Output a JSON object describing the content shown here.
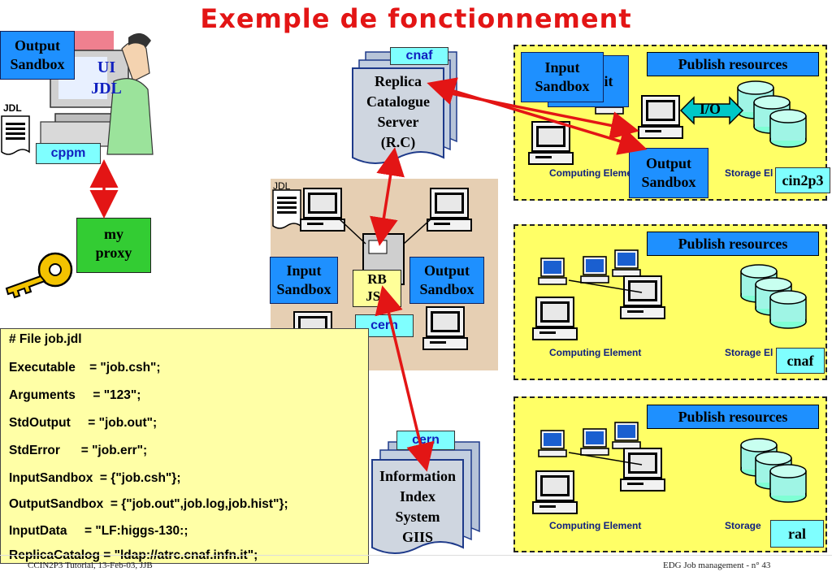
{
  "title": "Exemple de fonctionnement",
  "ui": {
    "output_sandbox": "Output Sandbox",
    "ui_jdl_line1": "UI",
    "ui_jdl_line2": "JDL",
    "jdl_icon_label": "JDL",
    "cppm": "cppm"
  },
  "myproxy": {
    "line1": "my",
    "line2": "proxy"
  },
  "rc": {
    "tag": "cnaf",
    "lines": [
      "Replica",
      "Catalogue",
      "Server",
      "(R.C)"
    ]
  },
  "rb": {
    "jdl_icon_label": "JDL",
    "input_sandbox": "Input Sandbox",
    "output_sandbox": "Output Sandbox",
    "rb_line1": "RB",
    "rb_line2": "JSS",
    "tag": "cern"
  },
  "iis": {
    "tag": "cern",
    "lines": [
      "Information",
      "Index",
      "System",
      "GIIS"
    ]
  },
  "sites": [
    {
      "publish": "Publish resources",
      "ce": "Computing Element",
      "se": "Storage Element",
      "name": "cin2p3",
      "input_sandbox": "Input Sandbox",
      "output_sandbox": "Output Sandbox",
      "io": "I/O",
      "behind_text": "it"
    },
    {
      "publish": "Publish resources",
      "ce": "Computing Element",
      "se": "Storage Element",
      "name": "cnaf"
    },
    {
      "publish": "Publish resources",
      "ce": "Computing Element",
      "se": "Storage",
      "name": "ral"
    }
  ],
  "jdl_file": [
    "# File job.jdl",
    "Executable    = \"job.csh\";",
    "Arguments     = \"123\";",
    "StdOutput     = \"job.out\";",
    "StdError      = \"job.err\";",
    "InputSandbox  = {\"job.csh\"};",
    "OutputSandbox  = {\"job.out\",job.log,job.hist\"};",
    "InputData     = \"LF:higgs-130:;",
    "ReplicaCatalog = \"ldap://atrc.cnaf.infn.it\";"
  ],
  "footer": {
    "left": "CCIN2P3 Tutorial, 13-Feb-03, JJB",
    "right": "EDG Job management - n° 43"
  },
  "colors": {
    "title": "#e31515",
    "arrow": "#e31515",
    "blue_box": "#1e90ff",
    "yellow": "#ffff66",
    "cyan": "#7fffff",
    "green": "#33cc33"
  }
}
